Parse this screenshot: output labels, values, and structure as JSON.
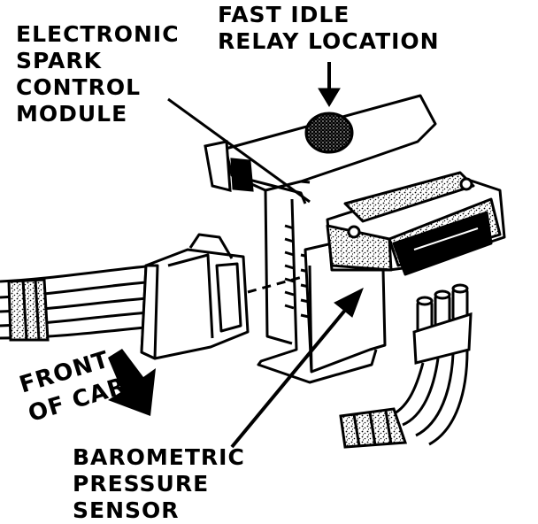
{
  "labels": {
    "fast_idle_relay": [
      "FAST IDLE",
      "RELAY LOCATION"
    ],
    "spark_control_module": [
      "ELECTRONIC",
      "SPARK",
      "CONTROL",
      "MODULE"
    ],
    "barometric_sensor": [
      "BAROMETRIC",
      "PRESSURE",
      "SENSOR"
    ],
    "front_of_car": [
      "FRONT",
      "OF CAR"
    ]
  },
  "colors": {
    "ink": "#000000",
    "paper": "#ffffff"
  }
}
